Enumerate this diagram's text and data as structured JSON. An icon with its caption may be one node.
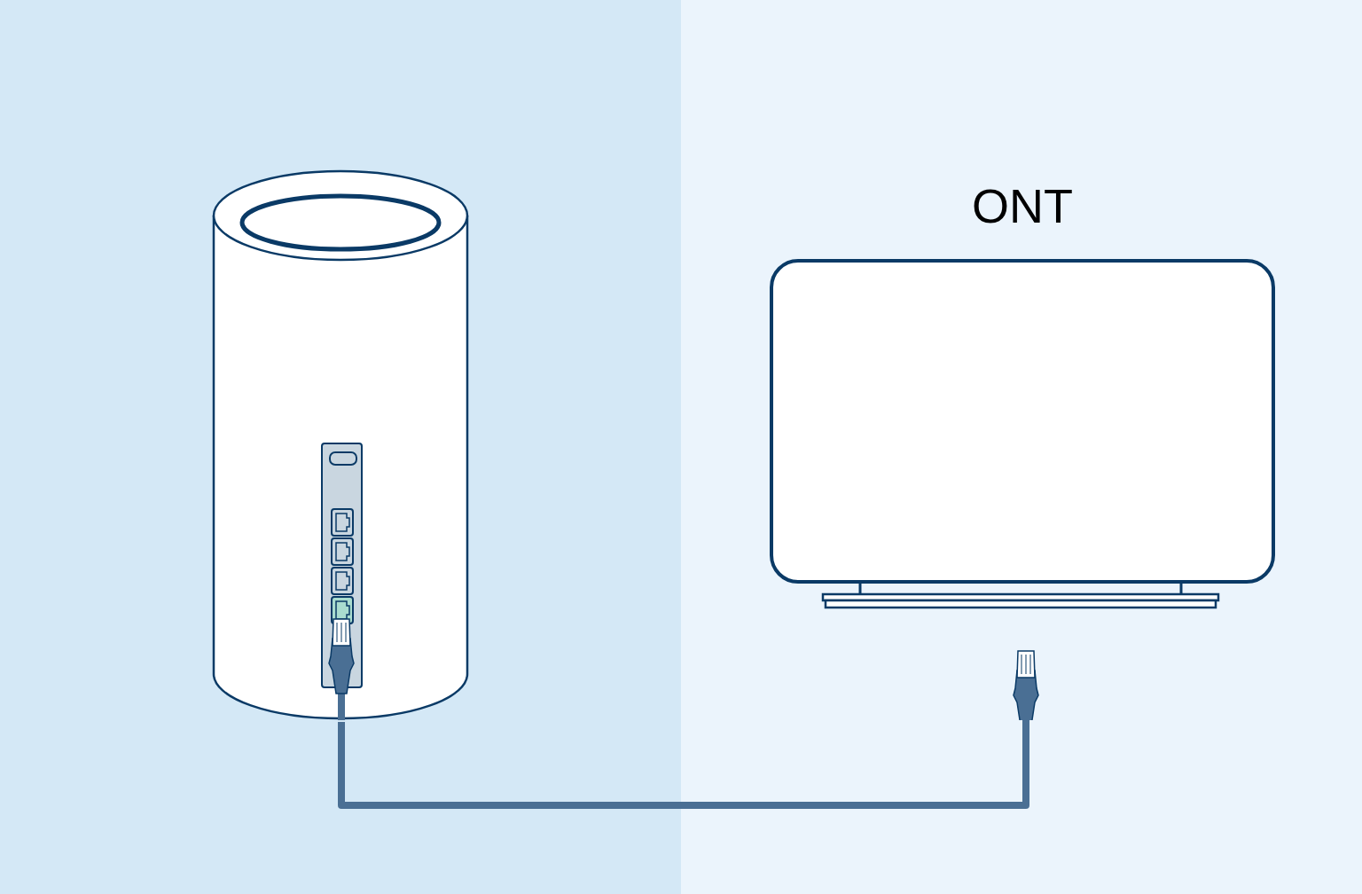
{
  "diagram": {
    "nodes": [
      {
        "text": [],
        "shape": "picture"
      },
      {
        "text": [
          "ONT"
        ]
      },
      {
        "text": [],
        "shape": "picture"
      }
    ],
    "edges": [
      {
        "from": 0,
        "to": 2,
        "arrow": "none"
      }
    ]
  }
}
